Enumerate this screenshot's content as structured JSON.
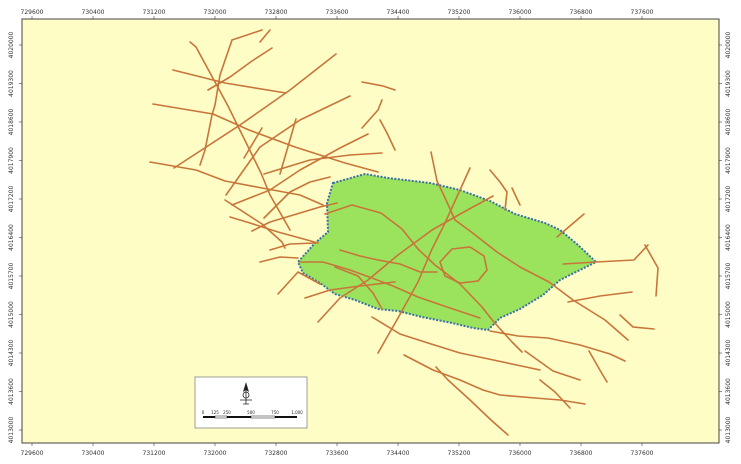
{
  "map": {
    "background_color": "#fefdc6",
    "frame_color": "#444444",
    "road_color": "#c8753a",
    "zone_fill_color": "#9be35c",
    "zone_outline_color": "#3b6fa8",
    "x_ticks": [
      "729600",
      "730400",
      "731200",
      "732000",
      "732800",
      "733600",
      "734400",
      "735200",
      "736000",
      "736800",
      "737600"
    ],
    "y_ticks_left": [
      "4013000",
      "4013600",
      "4014300",
      "4015000",
      "4015700",
      "4016400",
      "4017200",
      "4017900",
      "4018600",
      "4019300",
      "4020000"
    ],
    "y_ticks_right": [
      "4013000",
      "4013600",
      "4014300",
      "4015000",
      "4015700",
      "4016400",
      "4017200",
      "4017900",
      "4018600",
      "4019300",
      "4020000"
    ],
    "inset": {
      "north_icon": "north-arrow-icon",
      "scale_bar_labels": [
        "0",
        "125",
        "250",
        "500",
        "750",
        "1,000"
      ]
    }
  }
}
